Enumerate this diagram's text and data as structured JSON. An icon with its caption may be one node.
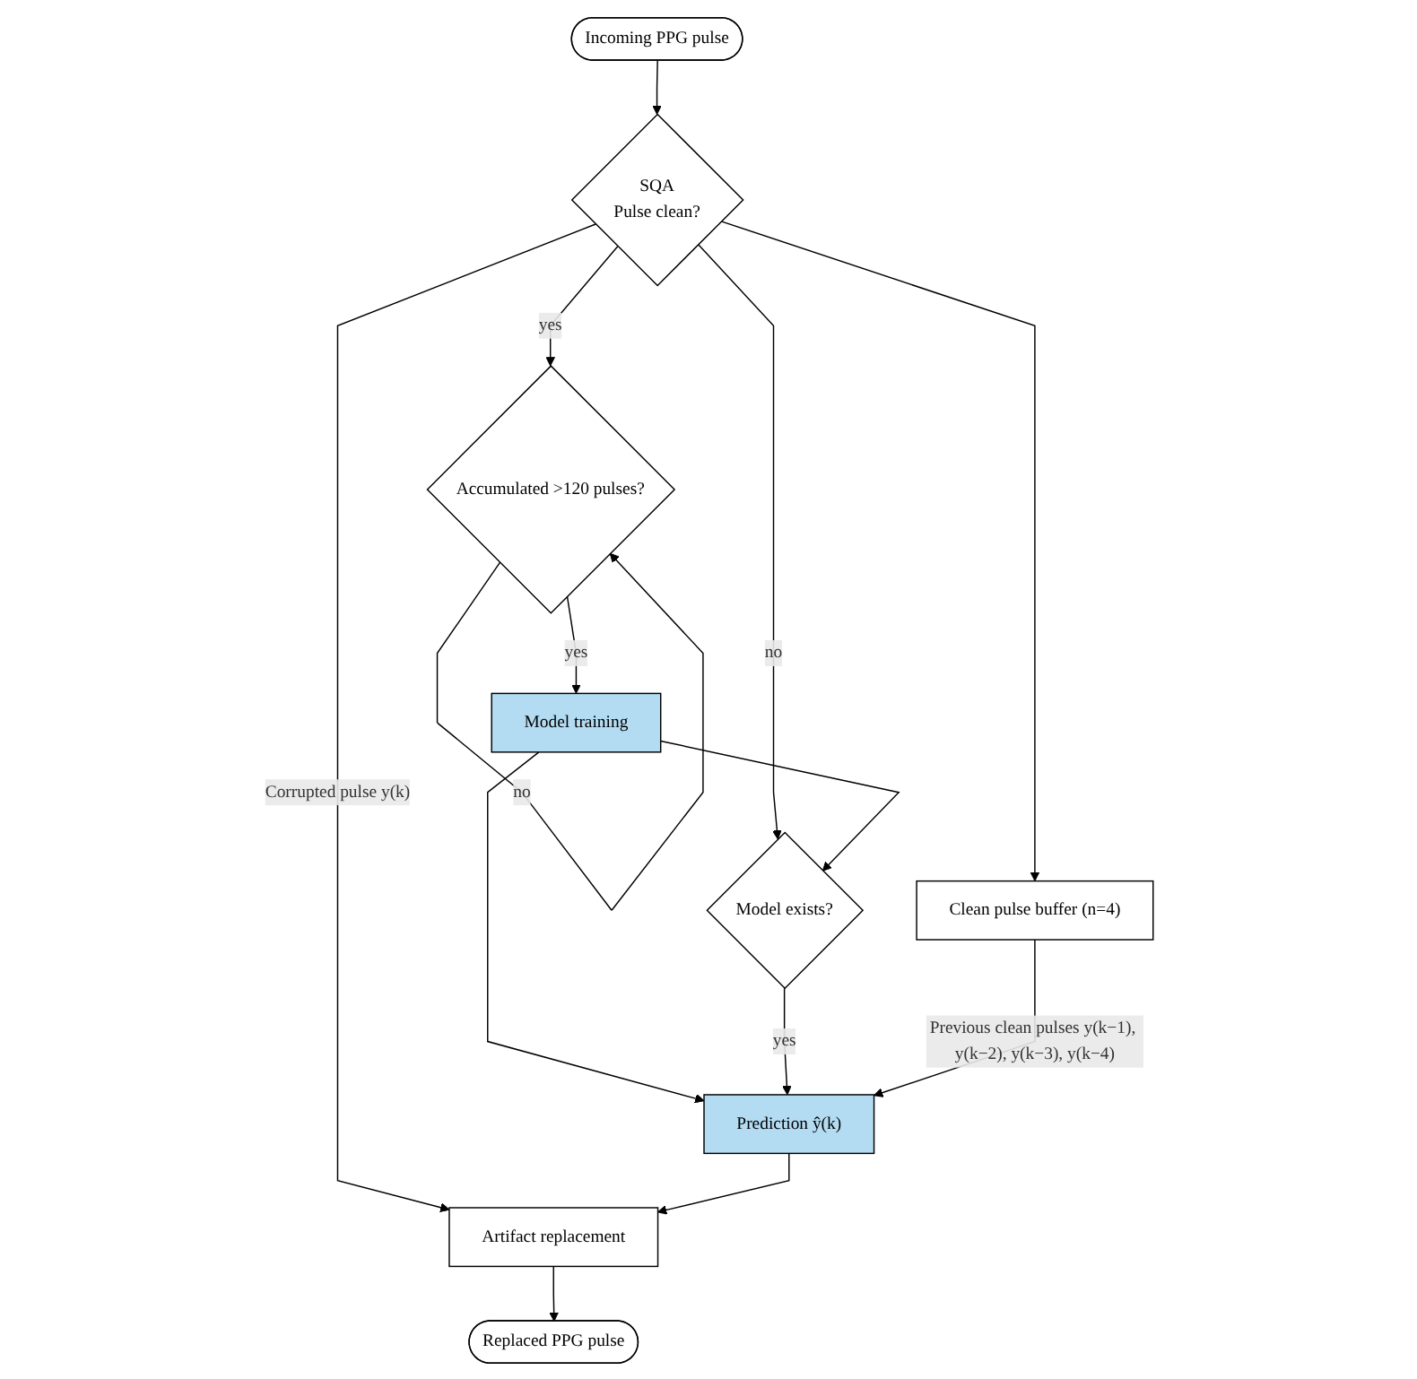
{
  "diagram": {
    "nodes": [
      {
        "text": [
          "Incoming PPG pulse"
        ]
      },
      {
        "text": [
          "SQA",
          "Pulse clean?"
        ]
      },
      {
        "text": [
          "Clean pulse buffer (n=4)"
        ]
      },
      {
        "text": [
          "Accumulated >120 pulses?"
        ]
      },
      {
        "text": [
          "Model training"
        ]
      },
      {
        "text": [
          "Model exists?"
        ]
      },
      {
        "text": [
          "Prediction ŷ(k)"
        ]
      },
      {
        "text": [
          "Artifact replacement"
        ]
      },
      {
        "text": [
          "Replaced PPG pulse"
        ]
      }
    ],
    "edges": [
      {
        "from": 0,
        "to": 1,
        "arrow": "to"
      },
      {
        "from": 1,
        "to": 3,
        "arrow": "to",
        "label": "yes"
      },
      {
        "from": 1,
        "to": 2,
        "arrow": "to"
      },
      {
        "from": 1,
        "to": 5,
        "arrow": "to",
        "label": "no"
      },
      {
        "from": 1,
        "to": 7,
        "arrow": "to",
        "label": "Corrupted pulse y(k)"
      },
      {
        "from": 3,
        "to": 3,
        "arrow": "to",
        "label": "no"
      },
      {
        "from": 3,
        "to": 4,
        "arrow": "to",
        "label": "yes"
      },
      {
        "from": 4,
        "to": 6,
        "arrow": "to"
      },
      {
        "from": 4,
        "to": 5,
        "arrow": "to"
      },
      {
        "from": 5,
        "to": 6,
        "arrow": "to",
        "label": "yes"
      },
      {
        "from": 2,
        "to": 6,
        "arrow": "to",
        "label": "Previous clean pulses y(k−1), y(k−2), y(k−3), y(k−4)"
      },
      {
        "from": 6,
        "to": 7,
        "arrow": "to"
      },
      {
        "from": 7,
        "to": 8,
        "arrow": "to"
      }
    ]
  }
}
